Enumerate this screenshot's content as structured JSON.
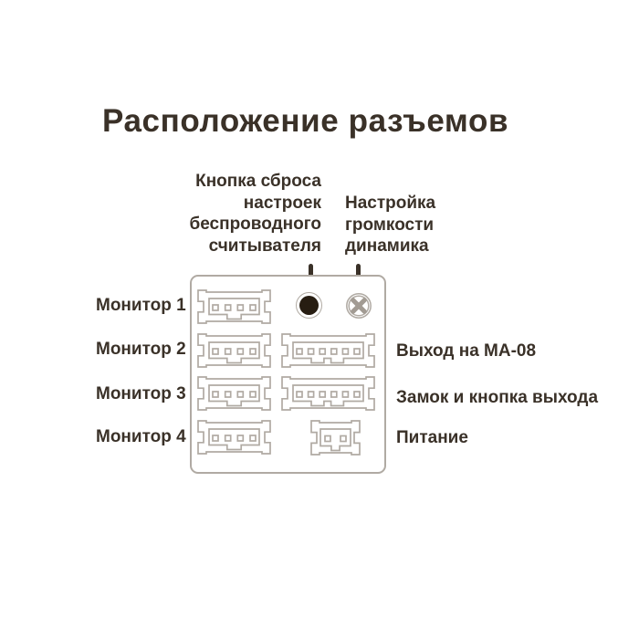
{
  "title": "Расположение разъемов",
  "colors": {
    "ink": "#3a3128",
    "outline": "#b0aaa3",
    "reset_button_fill": "#271d12",
    "background": "#ffffff"
  },
  "callouts": {
    "reset": {
      "lines": [
        "Кнопка сброса",
        "настроек",
        "беспроводного",
        "считывателя"
      ]
    },
    "volume": {
      "lines": [
        "Настройка",
        "громкости",
        "динамика"
      ]
    }
  },
  "monitors": [
    "Монитор 1",
    "Монитор 2",
    "Монитор 3",
    "Монитор 4"
  ],
  "right_labels": [
    "Выход на МА-08",
    "Замок и кнопка выхода",
    "Питание"
  ],
  "board": {
    "icons": {
      "reset_button": "black-round-button-icon",
      "volume_screw": "phillips-screw-icon"
    },
    "connectors": [
      {
        "id": "monitor-1",
        "pins": 4
      },
      {
        "id": "monitor-2",
        "pins": 4
      },
      {
        "id": "monitor-3",
        "pins": 4
      },
      {
        "id": "monitor-4",
        "pins": 4
      },
      {
        "id": "ma08-output",
        "pins": 6
      },
      {
        "id": "lock-exit-button",
        "pins": 6
      },
      {
        "id": "power",
        "pins": 2
      }
    ]
  }
}
